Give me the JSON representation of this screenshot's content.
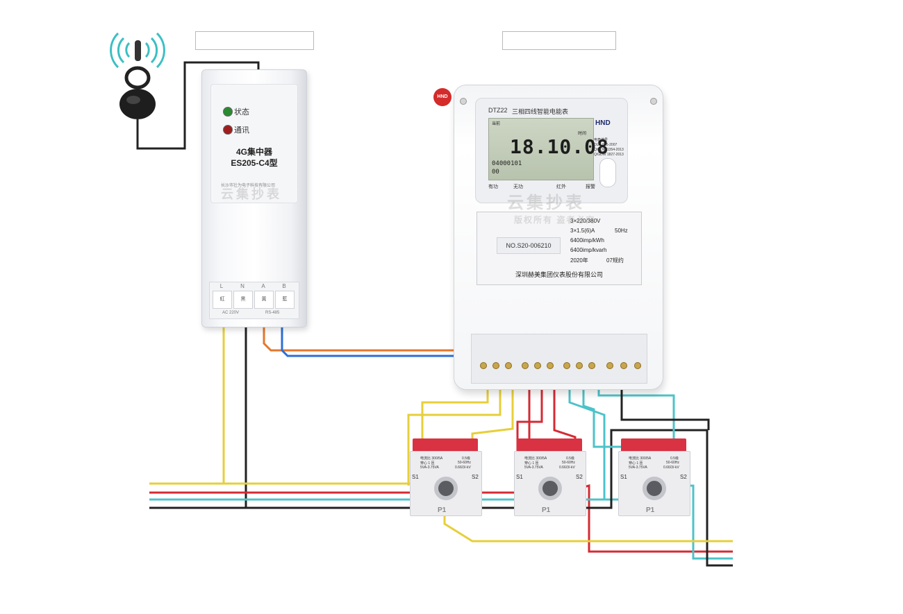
{
  "header_boxes": [
    "",
    ""
  ],
  "antenna": {
    "icon": "antenna-icon",
    "signal": "wifi-signal-icon"
  },
  "concentrator": {
    "led_status_label": "状态",
    "led_comm_label": "通讯",
    "title_line1": "4G集中器",
    "title_line2": "ES205-C4型",
    "maker_small": "长沙市壮为电子科技有限公司",
    "terminals": [
      {
        "name": "L",
        "code": "紅"
      },
      {
        "name": "N",
        "code": "黑"
      },
      {
        "name": "A",
        "code": "黃"
      },
      {
        "name": "B",
        "code": "藍"
      }
    ],
    "footer_left": "AC  220V",
    "footer_right": "RS-485",
    "led_colors": {
      "status": "#2a8a2f",
      "comm": "#a01d1d"
    }
  },
  "meter": {
    "badge": "HND",
    "model": "DTZ22",
    "model_desc": "三相四线智能电能表",
    "logo": "HND",
    "lcd": {
      "top_left": "当前",
      "top_right": "时间",
      "main": "18.10.08",
      "left_code": "04000101",
      "left_code2": "00"
    },
    "side_info": [
      "电表编号",
      "DL/T 645-2007",
      "Q/GDW 1354-2013",
      "Q/GDW 1827-2013"
    ],
    "indicators": [
      "有功",
      "无功",
      "红外",
      "报警"
    ],
    "plate": {
      "number": "NO.S20-006210",
      "spec_lines": [
        "3×220/380V",
        "3×1.5(6)A",
        "6400imp/kWh",
        "6400imp/kvarh",
        "2020年"
      ],
      "spec_right": [
        "50Hz",
        "07规约"
      ],
      "company": "深圳赫美集团仪表股份有限公司"
    }
  },
  "ct_units": [
    {
      "line1": "电流比 300/5A",
      "class": "0.5级",
      "line2": "穿心 1 匝",
      "freq": "50-60Hz",
      "line3": "5VA-3.75VA",
      "volt": "0.66/3/-kV",
      "s1": "S1",
      "s2": "S2",
      "p1": "P1"
    },
    {
      "line1": "电流比 300/5A",
      "class": "0.5级",
      "line2": "穿心 1 匝",
      "freq": "50-60Hz",
      "line3": "5VA-3.75VA",
      "volt": "0.66/3/-kV",
      "s1": "S1",
      "s2": "S2",
      "p1": "P1"
    },
    {
      "line1": "电流比 300/5A",
      "class": "0.5级",
      "line2": "穿心 1 匝",
      "freq": "50-60Hz",
      "line3": "5VA-3.75VA",
      "volt": "0.66/3/-kV",
      "s1": "S1",
      "s2": "S2",
      "p1": "P1"
    }
  ],
  "watermarks": [
    "云集抄表",
    "云集抄表",
    "版权所有 盗者必究"
  ],
  "wire_colors": {
    "yellow": "#e6cf3a",
    "red": "#d52a33",
    "cyan": "#4cc3c9",
    "black": "#222222",
    "orange": "#e3772d",
    "blue": "#2c6fd6"
  }
}
